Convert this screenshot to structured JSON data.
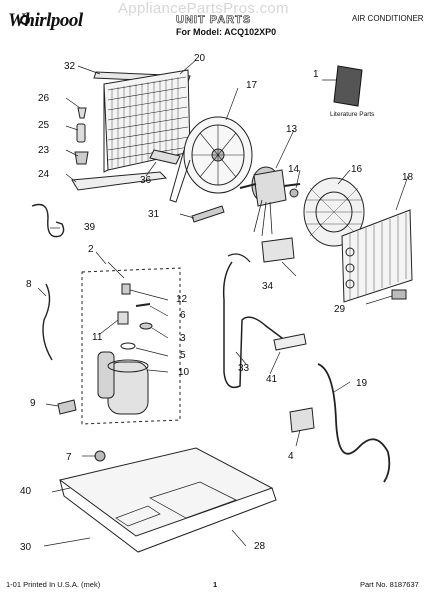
{
  "header": {
    "brand": "Whirlpool",
    "watermark": "AppliancePartsPros.com",
    "title": "UNIT PARTS",
    "model": "For Model: ACQ102XP0",
    "category": "AIR CONDITIONER"
  },
  "literature_label": "Literature Parts",
  "callouts": [
    "32",
    "20",
    "1",
    "26",
    "17",
    "25",
    "13",
    "23",
    "14",
    "16",
    "18",
    "24",
    "36",
    "31",
    "39",
    "2",
    "34",
    "12",
    "8",
    "6",
    "29",
    "11",
    "3",
    "5",
    "10",
    "33",
    "41",
    "19",
    "9",
    "4",
    "7",
    "40",
    "30",
    "28"
  ],
  "footer": {
    "left": "1-01 Printed In U.S.A. (mek)",
    "center": "1",
    "right": "Part No. 8187637"
  }
}
